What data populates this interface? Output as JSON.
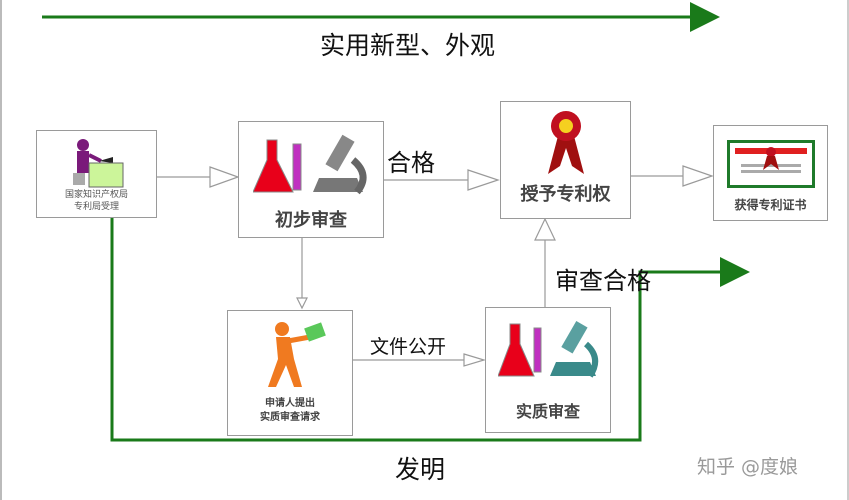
{
  "title": "实用新型、外观",
  "bottom_label": "发明",
  "watermark": "知乎 @度娘",
  "nodes": {
    "accept": {
      "line1": "国家知识产权局",
      "line2": "专利局受理"
    },
    "preliminary": {
      "label": "初步审查"
    },
    "grant": {
      "label": "授予专利权"
    },
    "certificate": {
      "label": "获得专利证书"
    },
    "request": {
      "line1": "申请人提出",
      "line2": "实质审查请求"
    },
    "substantive": {
      "label": "实质审查"
    }
  },
  "edge_labels": {
    "pass": "合格",
    "publish": "文件公开",
    "exam_pass": "审查合格"
  },
  "colors": {
    "green": "#1a7a1a",
    "line": "#9a9a9a"
  }
}
